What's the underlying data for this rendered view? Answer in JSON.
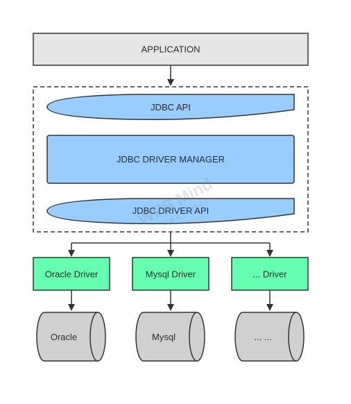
{
  "application": {
    "label": "APPLICATION"
  },
  "jdbc_layer": {
    "api_label": "JDBC API",
    "manager_label": "JDBC DRIVER MANAGER",
    "driver_api_label": "JDBC DRIVER API"
  },
  "drivers": [
    {
      "driver_label": "Oracle Driver",
      "db_label": "Oracle"
    },
    {
      "driver_label": "Mysql Driver",
      "db_label": "Mysql"
    },
    {
      "driver_label": "... Driver",
      "db_label": "... ..."
    }
  ],
  "watermark": {
    "text": "WPS Mind",
    "subtext": "极速创作 思维活力"
  },
  "colors": {
    "application_fill": "#e6e6e6",
    "jdbc_fill": "#99ccff",
    "driver_fill": "#66ffb2",
    "database_fill": "#d0d0d0",
    "stroke": "#333333"
  }
}
